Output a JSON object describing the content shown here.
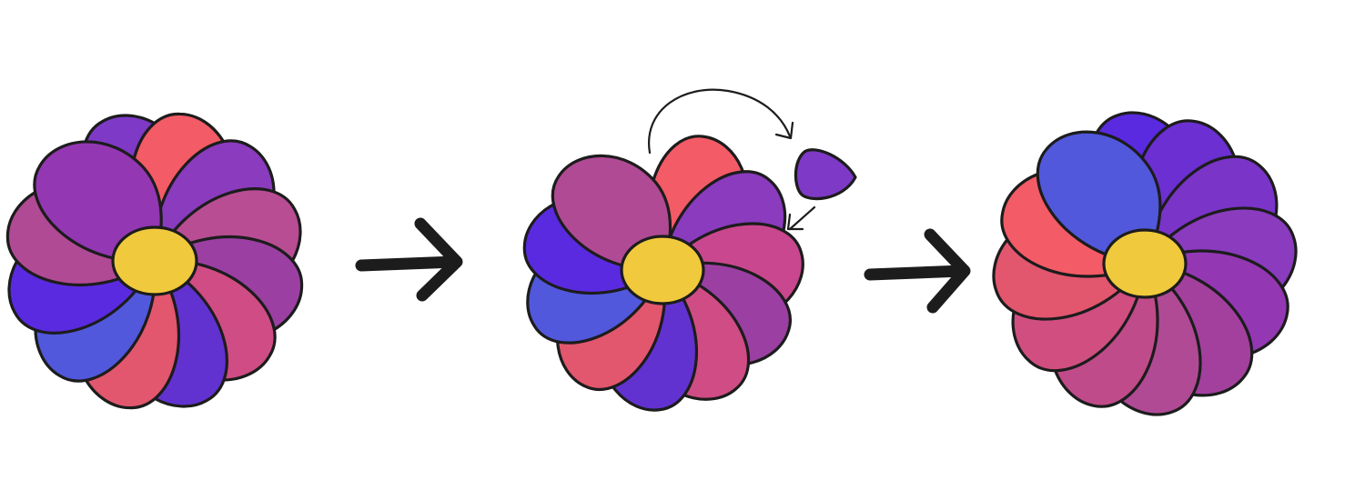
{
  "colors": {
    "outline": "#1c1c1c",
    "center": "#f0c93c",
    "background": "#ffffff"
  },
  "flowers": [
    {
      "name": "flower-initial",
      "petals": [
        "#7e39c6",
        "#f35b66",
        "#8a3bbe",
        "#b84d94",
        "#9b3fa3",
        "#d04c84",
        "#6232d0",
        "#e2566e",
        "#5158dc",
        "#5a2ae0",
        "#b04a95",
        "#9437b3"
      ]
    },
    {
      "name": "flower-petal-removed",
      "petals": [
        "#f35b66",
        "#8a3bbe",
        "#c9478e",
        "#9b3fa3",
        "#d04c84",
        "#6232d0",
        "#e2566e",
        "#5158dc",
        "#5a2ae0",
        "#b04a95"
      ],
      "removed_petal": "#7e39c6"
    },
    {
      "name": "flower-reordered",
      "petals": [
        "#5a2ae0",
        "#6c2fd1",
        "#7a34c8",
        "#8a3bbe",
        "#9437b3",
        "#a3409e",
        "#b04a95",
        "#c04b8a",
        "#d04f80",
        "#e2566e",
        "#f35b66",
        "#5158dc"
      ]
    }
  ]
}
